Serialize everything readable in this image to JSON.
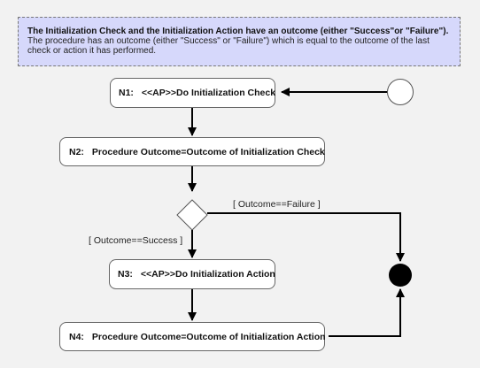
{
  "note": {
    "heading": "The Initialization Check  and the Initialization Action have an outcome (either \"Success\"or \"Failure\").",
    "body": "The procedure has an outcome (either \"Success\" or \"Failure\") which is equal to the outcome of the last check or action it has performed."
  },
  "nodes": [
    {
      "id": "N1:",
      "label": "<<AP>>Do Initialization Check"
    },
    {
      "id": "N2:",
      "label": "Procedure Outcome=Outcome of Initialization Check"
    },
    {
      "id": "N3:",
      "label": "<<AP>>Do Initialization Action"
    },
    {
      "id": "N4:",
      "label": "Procedure Outcome=Outcome of Initialization Action"
    }
  ],
  "guards": {
    "failure": "[ Outcome==Failure ]",
    "success": "[ Outcome==Success ]"
  },
  "colors": {
    "note_fill": "#d6d8fb",
    "line": "#000000",
    "background": "#f2f2f2"
  }
}
